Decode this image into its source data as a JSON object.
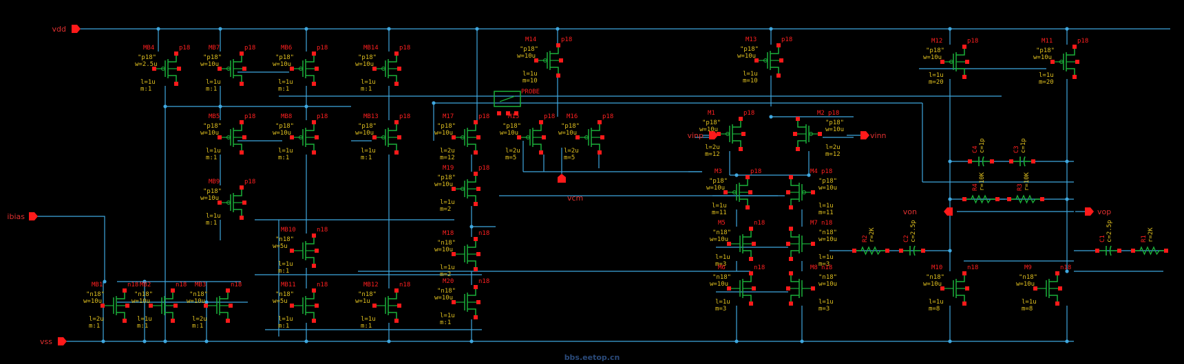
{
  "pins": {
    "vdd": "vdd",
    "vss": "vss",
    "ibias": "ibias",
    "vinp": "vinp",
    "vinn": "vinn",
    "vcm": "vcm",
    "von": "von",
    "vop": "vop"
  },
  "transistors": [
    {
      "id": "mb4",
      "name": "MB4",
      "model": "p18",
      "line1": "\"p18\"",
      "w": "w=2.5u",
      "l": "l=1u",
      "m": "m:1"
    },
    {
      "id": "mb7",
      "name": "MB7",
      "model": "p18",
      "line1": "\"p18\"",
      "w": "w=10u",
      "l": "l=1u",
      "m": "m:1"
    },
    {
      "id": "mb6",
      "name": "MB6",
      "model": "p18",
      "line1": "\"p18\"",
      "w": "w=10u",
      "l": "l=1u",
      "m": "m:1"
    },
    {
      "id": "mb14",
      "name": "MB14",
      "model": "p18",
      "line1": "\"p18\"",
      "w": "w=10u",
      "l": "l=1u",
      "m": "m:1"
    },
    {
      "id": "mb5",
      "name": "MB5",
      "model": "p18",
      "line1": "\"p18\"",
      "w": "w=10u",
      "l": "l=1u",
      "m": "m:1"
    },
    {
      "id": "mb8",
      "name": "MB8",
      "model": "p18",
      "line1": "\"p18\"",
      "w": "w=10u",
      "l": "l=1u",
      "m": "m:1"
    },
    {
      "id": "mb13",
      "name": "MB13",
      "model": "p18",
      "line1": "\"p18\"",
      "w": "w=10u",
      "l": "l=1u",
      "m": "m:1"
    },
    {
      "id": "mb9",
      "name": "MB9",
      "model": "p18",
      "line1": "\"p18\"",
      "w": "w=10u",
      "l": "l=1u",
      "m": "m:1"
    },
    {
      "id": "mb10",
      "name": "MB10",
      "model": "n18",
      "line1": "\"n18\"",
      "w": "w=5u",
      "l": "l=1u",
      "m": "m:1"
    },
    {
      "id": "mb11",
      "name": "MB11",
      "model": "n18",
      "line1": "\"n18\"",
      "w": "w=5u",
      "l": "l=1u",
      "m": "m:1"
    },
    {
      "id": "mb12",
      "name": "MB12",
      "model": "n18",
      "line1": "\"n18\"",
      "w": "w=1u",
      "l": "l=1u",
      "m": "m:1"
    },
    {
      "id": "mb1",
      "name": "MB1",
      "model": "n18",
      "line1": "\"n18\"",
      "w": "w=10u",
      "l": "l=2u",
      "m": "m:1"
    },
    {
      "id": "mb2",
      "name": "MB2",
      "model": "n18",
      "line1": "\"n18\"",
      "w": "w=10u",
      "l": "l=1u",
      "m": "m:1"
    },
    {
      "id": "mb3",
      "name": "MB3",
      "model": "n18",
      "line1": "\"n18\"",
      "w": "w=10u",
      "l": "l=2u",
      "m": "m:1"
    },
    {
      "id": "m14",
      "name": "M14",
      "model": "p18",
      "line1": "\"p18\"",
      "w": "w=10u",
      "l": "l=1u",
      "m": "m=10"
    },
    {
      "id": "m17",
      "name": "M17",
      "model": "p18",
      "line1": "\"p18\"",
      "w": "w=10u",
      "l": "l=2u",
      "m": "m=12"
    },
    {
      "id": "m15",
      "name": "M15",
      "model": "p18",
      "line1": "\"p18\"",
      "w": "w=10u",
      "l": "l=2u",
      "m": "m=5"
    },
    {
      "id": "m16",
      "name": "M16",
      "model": "p18",
      "line1": "\"p18\"",
      "w": "w=10u",
      "l": "l=2u",
      "m": "m=5"
    },
    {
      "id": "m19",
      "name": "M19",
      "model": "p18",
      "line1": "\"p18\"",
      "w": "w=10u",
      "l": "l=1u",
      "m": "m=2"
    },
    {
      "id": "m18",
      "name": "M18",
      "model": "n18",
      "line1": "\"n18\"",
      "w": "w=10u",
      "l": "l=1u",
      "m": "m=2"
    },
    {
      "id": "m20",
      "name": "M20",
      "model": "n18",
      "line1": "\"n18\"",
      "w": "w=10u",
      "l": "l=1u",
      "m": "m:1"
    },
    {
      "id": "m13",
      "name": "M13",
      "model": "p18",
      "line1": "\"p18\"",
      "w": "w=10u",
      "l": "l=1u",
      "m": "m=10"
    },
    {
      "id": "m1",
      "name": "M1",
      "model": "p18",
      "line1": "\"p18\"",
      "w": "w=10u",
      "l": "l=2u",
      "m": "m=12"
    },
    {
      "id": "m2",
      "name": "M2",
      "model": "p18",
      "line1": "\"p18\"",
      "w": "w=10u",
      "l": "l=2u",
      "m": "m=12"
    },
    {
      "id": "m3",
      "name": "M3",
      "model": "p18",
      "line1": "\"p18\"",
      "w": "w=10u",
      "l": "l=1u",
      "m": "m=11"
    },
    {
      "id": "m4",
      "name": "M4",
      "model": "p18",
      "line1": "\"p18\"",
      "w": "w=10u",
      "l": "l=1u",
      "m": "m=11"
    },
    {
      "id": "m5",
      "name": "M5",
      "model": "n18",
      "line1": "\"n18\"",
      "w": "w=10u",
      "l": "l=1u",
      "m": "m=3"
    },
    {
      "id": "m7",
      "name": "M7",
      "model": "n18",
      "line1": "\"n18\"",
      "w": "w=10u",
      "l": "l=1u",
      "m": "m=3"
    },
    {
      "id": "m6",
      "name": "M6",
      "model": "n18",
      "line1": "\"n18\"",
      "w": "w=10u",
      "l": "l=1u",
      "m": "m=3"
    },
    {
      "id": "m8",
      "name": "M8",
      "model": "n18",
      "line1": "\"n18\"",
      "w": "w=10u",
      "l": "l=1u",
      "m": "m=3"
    },
    {
      "id": "m12",
      "name": "M12",
      "model": "p18",
      "line1": "\"p18\"",
      "w": "w=10u",
      "l": "l=1u",
      "m": "m=20"
    },
    {
      "id": "m11",
      "name": "M11",
      "model": "p18",
      "line1": "\"p18\"",
      "w": "w=10u",
      "l": "l=1u",
      "m": "m=20"
    },
    {
      "id": "m10",
      "name": "M10",
      "model": "n18",
      "line1": "\"n18\"",
      "w": "w=10u",
      "l": "l=1u",
      "m": "m=8"
    },
    {
      "id": "m9",
      "name": "M9",
      "model": "n18",
      "line1": "\"n18\"",
      "w": "w=10u",
      "l": "l=1u",
      "m": "m=8"
    }
  ],
  "passives": [
    {
      "id": "c4",
      "name": "C4",
      "value": "c=1p"
    },
    {
      "id": "c3",
      "name": "C3",
      "value": "c=1p"
    },
    {
      "id": "r4",
      "name": "R4",
      "value": "r=10K"
    },
    {
      "id": "r3",
      "name": "R3",
      "value": "r=10K"
    },
    {
      "id": "r2",
      "name": "R2",
      "value": "r=2K"
    },
    {
      "id": "c2",
      "name": "C2",
      "value": "c=2.5p"
    },
    {
      "id": "c1",
      "name": "C1",
      "value": "c=2.5p"
    },
    {
      "id": "r1",
      "name": "R1",
      "value": "r=2K"
    }
  ],
  "probe": {
    "name": "PROBE"
  },
  "watermark": "bbs.eetop.cn",
  "colors": {
    "wire": "#3fa8e0",
    "pin": "#ff1a1a",
    "device": "#1bb13a",
    "label": "#e0c020",
    "name": "#ff2020",
    "background": "#000000"
  }
}
